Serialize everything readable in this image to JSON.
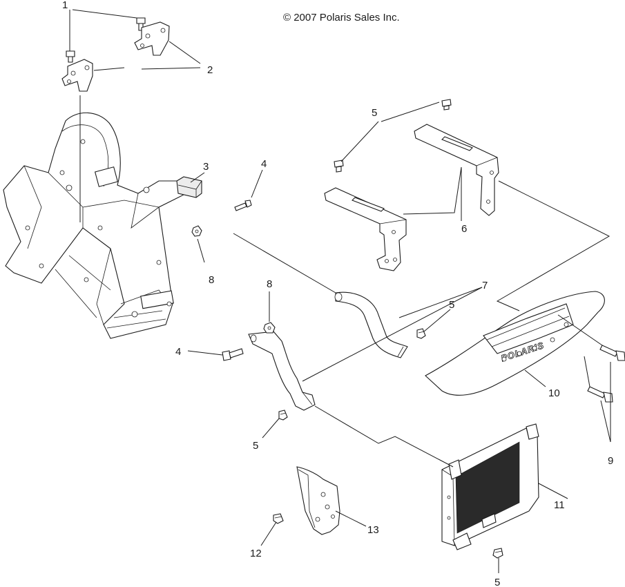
{
  "copyright": "© 2007 Polaris Sales Inc.",
  "logo_text": "POLARIS",
  "callouts": [
    {
      "id": "c1",
      "label": "1"
    },
    {
      "id": "c2",
      "label": "2"
    },
    {
      "id": "c3",
      "label": "3"
    },
    {
      "id": "c4a",
      "label": "4"
    },
    {
      "id": "c4b",
      "label": "4"
    },
    {
      "id": "c5a",
      "label": "5"
    },
    {
      "id": "c5b",
      "label": "5"
    },
    {
      "id": "c5c",
      "label": "5"
    },
    {
      "id": "c5d",
      "label": "5"
    },
    {
      "id": "c6",
      "label": "6"
    },
    {
      "id": "c7",
      "label": "7"
    },
    {
      "id": "c8a",
      "label": "8"
    },
    {
      "id": "c8b",
      "label": "8"
    },
    {
      "id": "c9",
      "label": "9"
    },
    {
      "id": "c10",
      "label": "10"
    },
    {
      "id": "c11",
      "label": "11"
    },
    {
      "id": "c12",
      "label": "12"
    },
    {
      "id": "c13",
      "label": "13"
    }
  ]
}
